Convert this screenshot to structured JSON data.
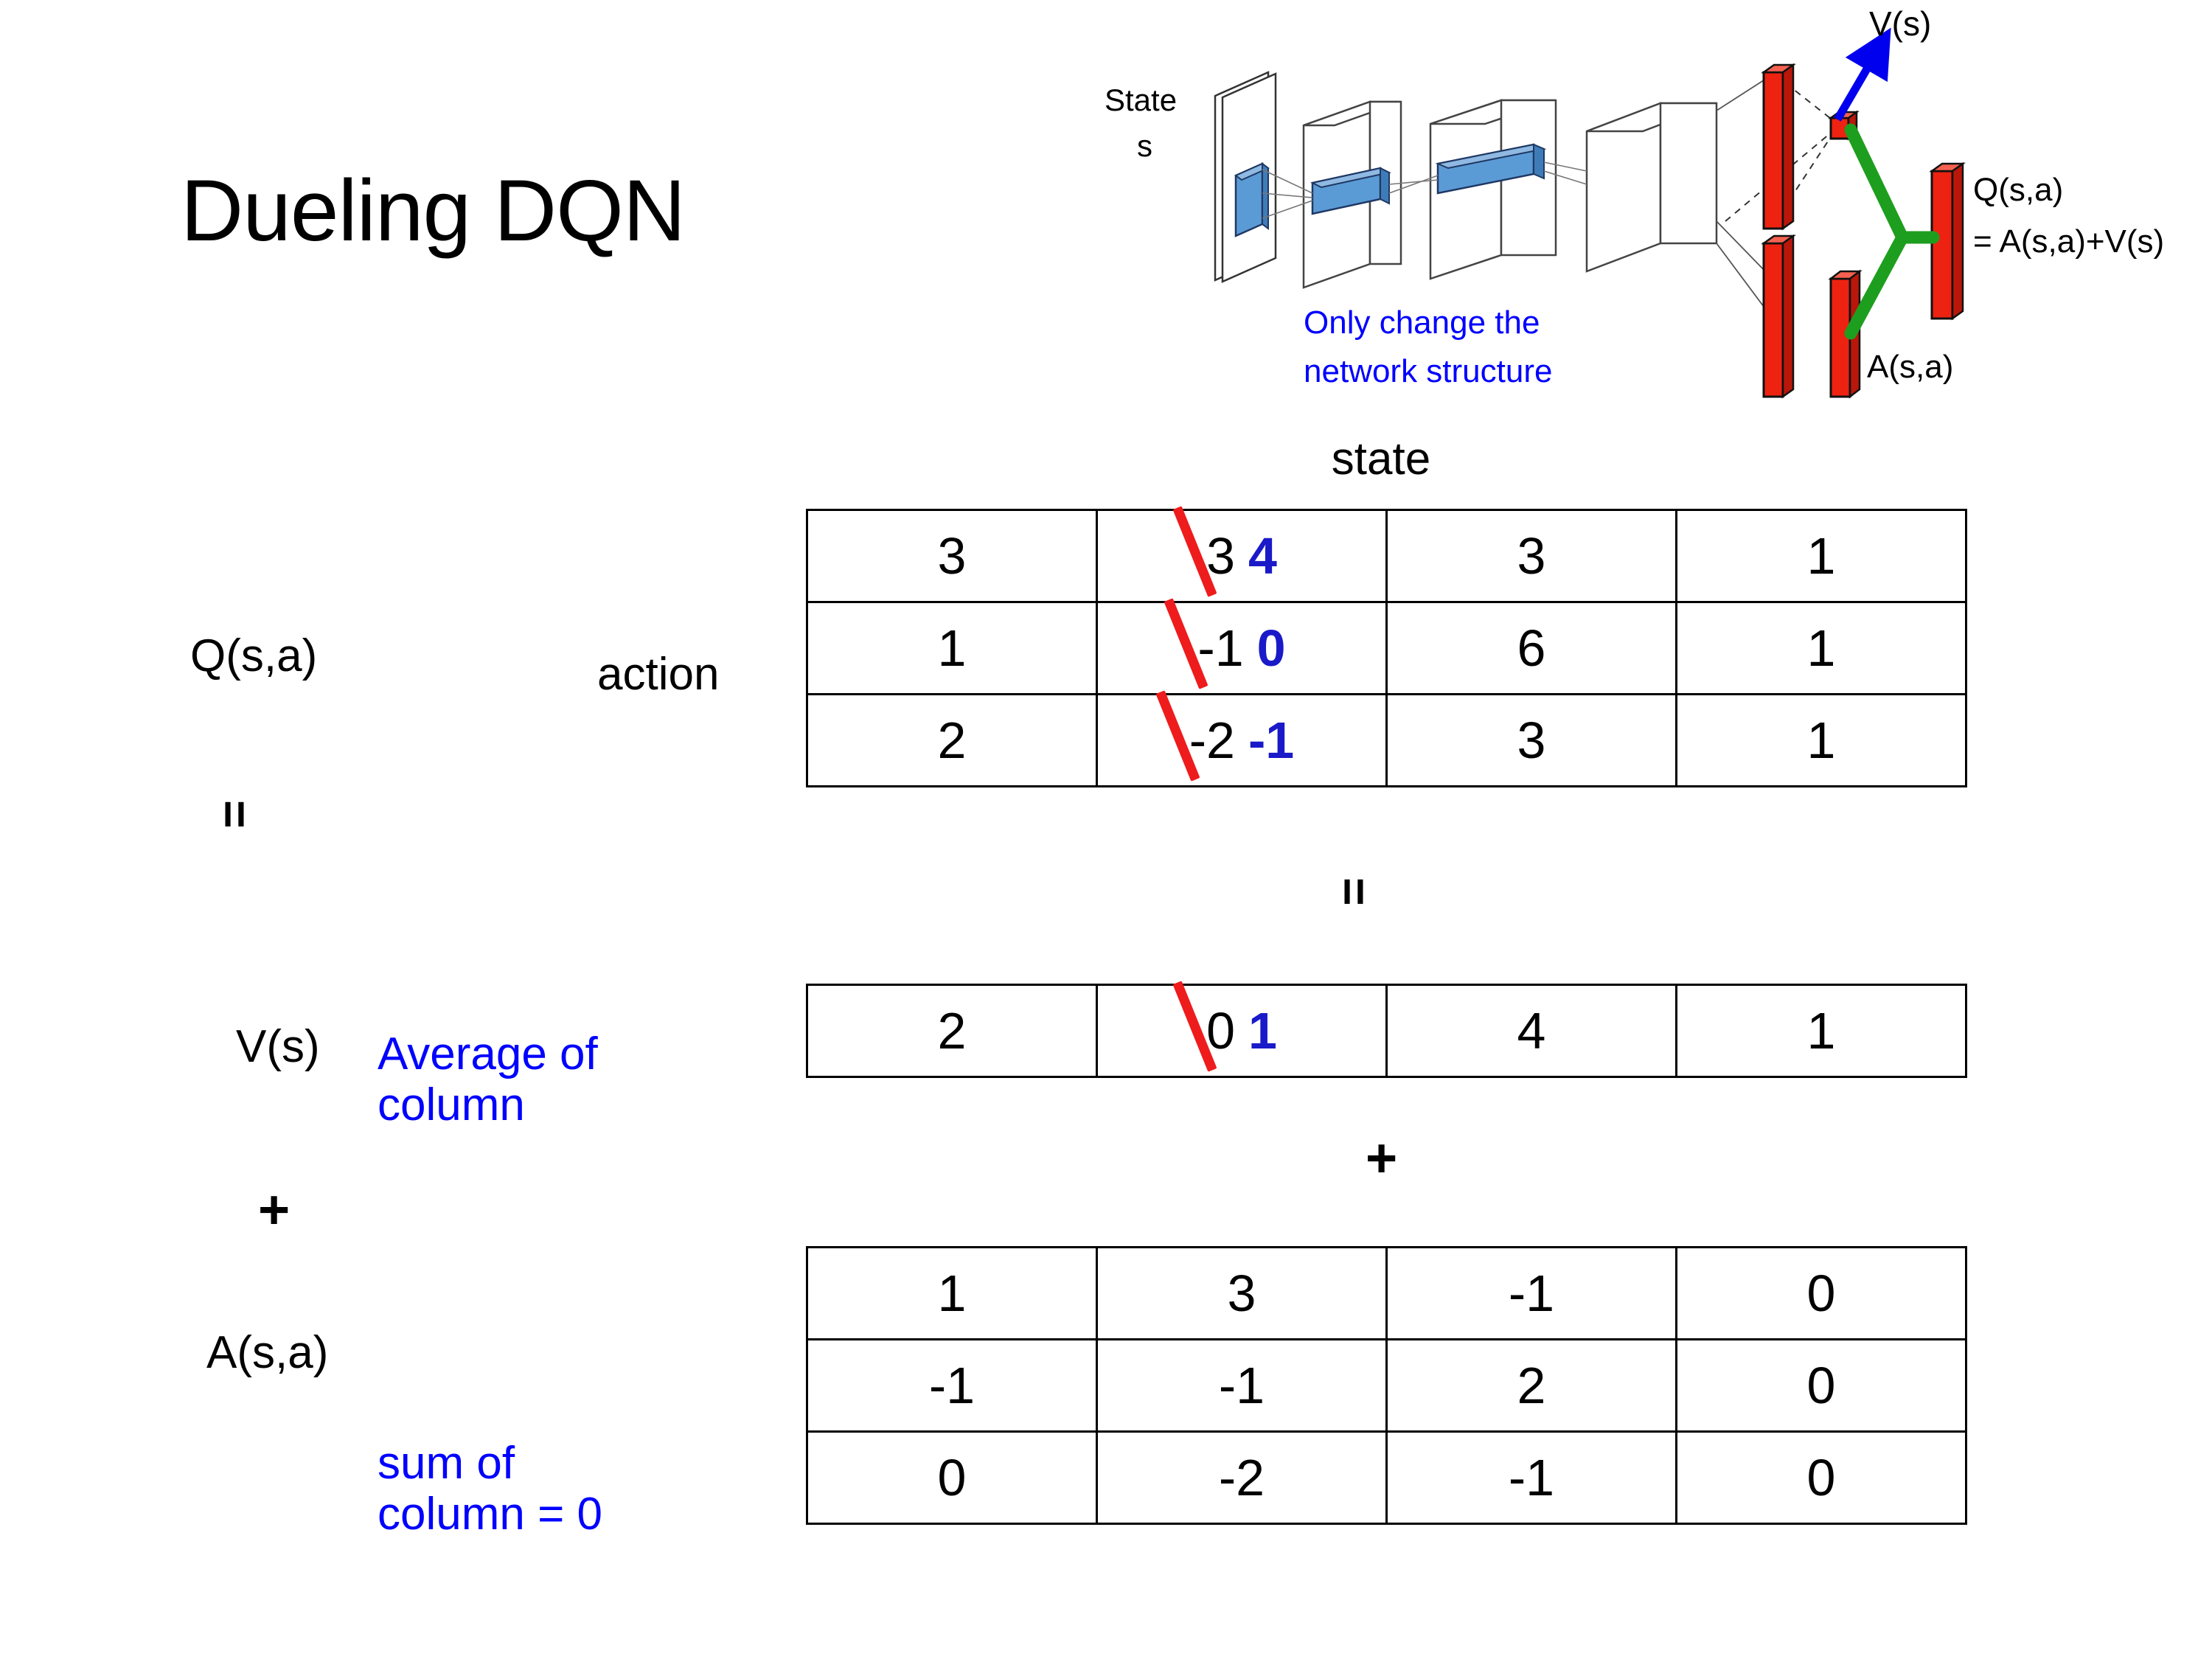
{
  "title": "Dueling DQN",
  "diagram": {
    "input_label_line1": "State",
    "input_label_line2": "s",
    "note": "Only change the\nnetwork structure",
    "note_line1": "Only change the",
    "note_line2": "network structure",
    "value_stream_label": "V(s)",
    "advantage_stream_label": "A(s,a)",
    "output_label_line1": "Q(s,a)",
    "output_label_line2": "= A(s,a)+V(s)",
    "colors": {
      "filter_blue": "#5B9BD5",
      "bar_red": "#EE2211",
      "connector_green": "#1E9E1E",
      "arrow_blue": "#0000EE",
      "note_blue": "#0000FF"
    }
  },
  "labels": {
    "state_header": "state",
    "action_axis": "action",
    "q_label": "Q(s,a)",
    "v_label": "V(s)",
    "a_label": "A(s,a)",
    "equals_left": "=",
    "equals_mid": "=",
    "plus_left": "+",
    "plus_mid": "+",
    "average_note_line1": "Average of",
    "average_note_line2": "column",
    "sum_note_line1": "sum of",
    "sum_note_line2": "column = 0",
    "note_color": "#0000FF",
    "edit_old_color": "#EE1C1C",
    "edit_new_color": "#1A1AC8"
  },
  "chart_data": {
    "type": "table",
    "title": "Dueling DQN value decomposition Q(s,a) = V(s) + A(s,a)",
    "xlabel": "state",
    "ylabel": "action",
    "tables": [
      {
        "name": "Q(s,a)",
        "rows": 3,
        "cols": 4,
        "values": [
          [
            "3",
            "3",
            "3",
            "1"
          ],
          [
            "1",
            "-1",
            "6",
            "1"
          ],
          [
            "2",
            "-2",
            "3",
            "1"
          ]
        ],
        "edits": [
          {
            "row": 0,
            "col": 1,
            "old": "3",
            "new": "4"
          },
          {
            "row": 1,
            "col": 1,
            "old": "-1",
            "new": "0"
          },
          {
            "row": 2,
            "col": 1,
            "old": "-2",
            "new": "-1"
          }
        ]
      },
      {
        "name": "V(s)",
        "rows": 1,
        "cols": 4,
        "values": [
          [
            "2",
            "0",
            "4",
            "1"
          ]
        ],
        "edits": [
          {
            "row": 0,
            "col": 1,
            "old": "0",
            "new": "1"
          }
        ]
      },
      {
        "name": "A(s,a)",
        "rows": 3,
        "cols": 4,
        "values": [
          [
            "1",
            "3",
            "-1",
            "0"
          ],
          [
            "-1",
            "-1",
            "2",
            "0"
          ],
          [
            "0",
            "-2",
            "-1",
            "0"
          ]
        ],
        "edits": []
      }
    ]
  }
}
